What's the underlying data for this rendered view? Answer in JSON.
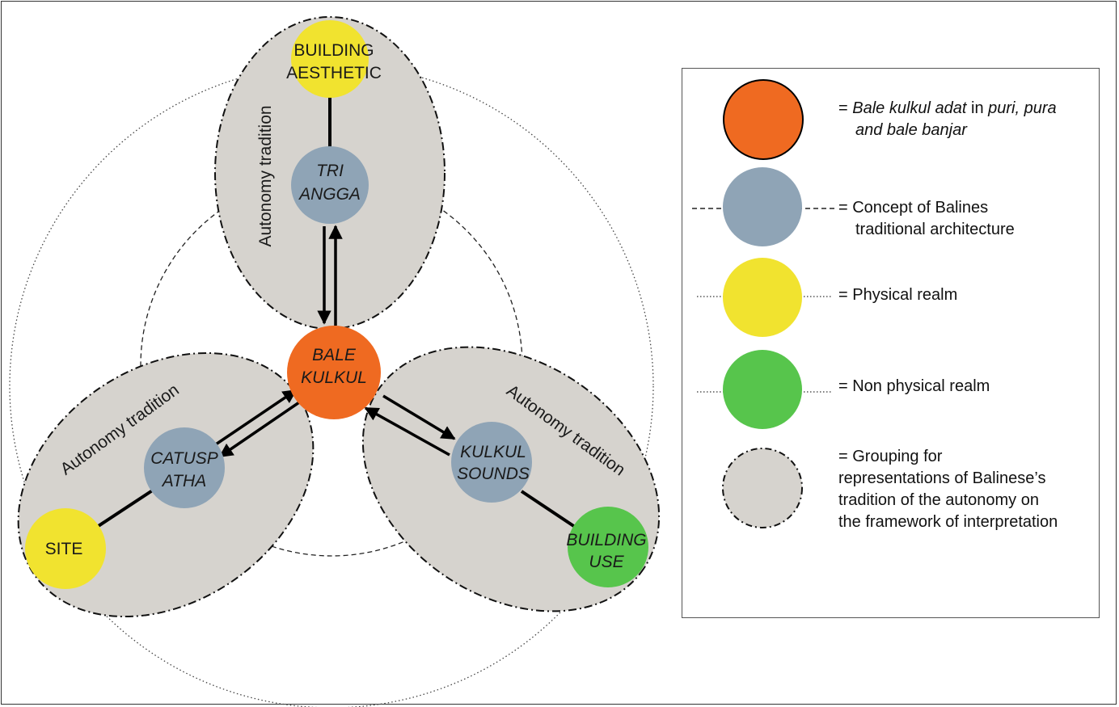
{
  "colors": {
    "group_fill": "#d6d3ce",
    "bale_kulkul": "#ef6a21",
    "concept": "#8fa4b6",
    "physical": "#f1e32f",
    "non_physical": "#57c54c"
  },
  "diagram": {
    "center": {
      "line1": "BALE",
      "line2": "KULKUL"
    },
    "top": {
      "group_label": "Autonomy tradition",
      "concept": {
        "line1": "TRI",
        "line2": "ANGGA"
      },
      "realm": {
        "line1": "BUILDING",
        "line2": "AESTHETIC"
      }
    },
    "left": {
      "group_label": "Autonomy tradition",
      "concept": {
        "line1": "CATUSP",
        "line2": "ATHA"
      },
      "realm": {
        "line1": "SITE"
      }
    },
    "right": {
      "group_label": "Autonomy tradition",
      "concept": {
        "line1": "KULKUL",
        "line2": "SOUNDS"
      },
      "realm": {
        "line1": "BUILDING",
        "line2": "USE"
      }
    }
  },
  "legend": {
    "items": [
      {
        "icon": "orange-circle-icon",
        "line1_italic_a": "Bale kulkul adat",
        "line1_plain": " in ",
        "line1_italic_b": "puri, pura",
        "line2_italic": "and bale banjar",
        "prefix": "= "
      },
      {
        "icon": "blue-circle-icon",
        "line1": "= Concept of Balines",
        "line2": "traditional architecture"
      },
      {
        "icon": "yellow-circle-icon",
        "line1": "= Physical realm"
      },
      {
        "icon": "green-circle-icon",
        "line1": "= Non physical realm"
      },
      {
        "icon": "grey-circle-icon",
        "line1": "= Grouping for",
        "line2": "representations of Balinese’s",
        "line3": "tradition of the autonomy on",
        "line4": "the framework of interpretation"
      }
    ]
  }
}
